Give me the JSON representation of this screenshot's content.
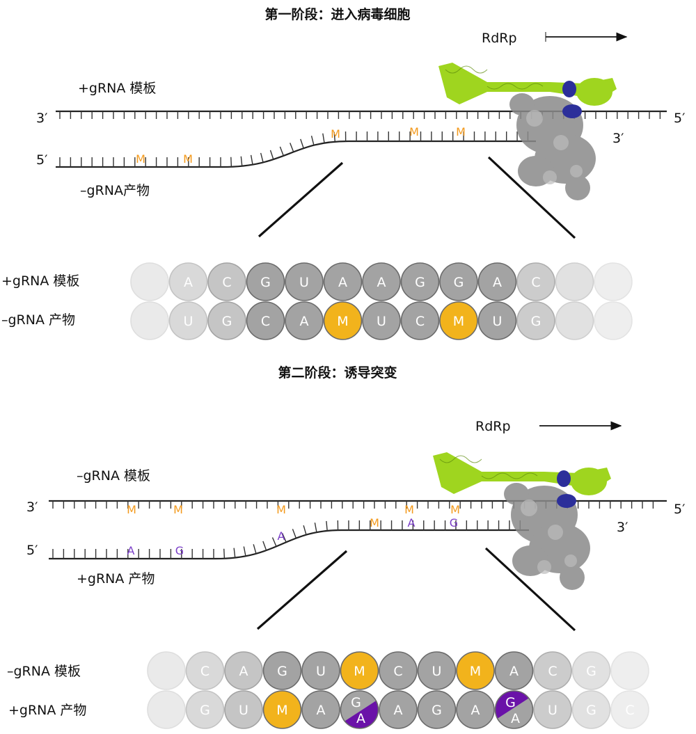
{
  "colors": {
    "orange": "#f39a1d",
    "purple": "#7b3fc8",
    "bead_orange": "#f2b31c",
    "bead_purple": "#6a12a8",
    "bead_gray": "#a3a3a3",
    "protein_green": "#9fd51f",
    "protein_gray": "#8a8a8a",
    "protein_blue": "#2c2f9a"
  },
  "icons": [
    "arrow-right-icon",
    "rdrp-protein-icon"
  ],
  "stage1": {
    "title": "第一阶段：进入病毒细胞",
    "rdrp": "RdRp",
    "template_label": "+gRNA 模板",
    "product_label": "–gRNA产物",
    "end_3": "3′",
    "end_5": "5′",
    "end_5_left": "5′",
    "end_3_right": "3′",
    "template_marks": [],
    "product_marks": [
      {
        "letter": "M",
        "color": "orange"
      },
      {
        "letter": "M",
        "color": "orange"
      },
      {
        "letter": "M",
        "color": "orange"
      },
      {
        "letter": "M",
        "color": "orange"
      },
      {
        "letter": "M",
        "color": "orange"
      }
    ],
    "zoom_template_label": "+gRNA 模板",
    "zoom_product_label": "–gRNA 产物",
    "zoom_template": [
      "",
      "A",
      "C",
      "G",
      "U",
      "A",
      "A",
      "G",
      "G",
      "A",
      "C",
      "",
      ""
    ],
    "zoom_product": [
      "",
      "U",
      "G",
      "C",
      "A",
      "M",
      "U",
      "C",
      "M",
      "U",
      "G",
      "",
      ""
    ],
    "zoom_template_colors": [
      "g",
      "g",
      "g",
      "g",
      "g",
      "g",
      "g",
      "g",
      "g",
      "g",
      "g",
      "g",
      "g"
    ],
    "zoom_product_colors": [
      "g",
      "g",
      "g",
      "g",
      "g",
      "o",
      "g",
      "g",
      "o",
      "g",
      "g",
      "g",
      "g"
    ]
  },
  "stage2": {
    "title": "第二阶段：诱导突变",
    "rdrp": "RdRp",
    "template_label": "–gRNA 模板",
    "product_label": "+gRNA 产物",
    "end_3": "3′",
    "end_5": "5′",
    "end_5_left": "5′",
    "end_3_right": "3′",
    "template_marks": [
      {
        "letter": "M",
        "color": "orange"
      },
      {
        "letter": "M",
        "color": "orange"
      },
      {
        "letter": "M",
        "color": "orange"
      },
      {
        "letter": "M",
        "color": "orange"
      },
      {
        "letter": "M",
        "color": "orange"
      }
    ],
    "product_marks": [
      {
        "letter": "A",
        "color": "purple"
      },
      {
        "letter": "G",
        "color": "purple"
      },
      {
        "letter": "A",
        "color": "purple"
      },
      {
        "letter": "M",
        "color": "orange"
      },
      {
        "letter": "A",
        "color": "purple"
      },
      {
        "letter": "G",
        "color": "purple"
      }
    ],
    "zoom_template_label": "–gRNA 模板",
    "zoom_product_label": "+gRNA 产物",
    "zoom_template": [
      "",
      "C",
      "A",
      "G",
      "U",
      "M",
      "C",
      "U",
      "M",
      "A",
      "C",
      "G",
      ""
    ],
    "zoom_product": [
      "",
      "G",
      "U",
      "M",
      "A",
      "G/A",
      "A",
      "G",
      "A",
      "G/A",
      "U",
      "G",
      "C"
    ],
    "zoom_template_colors": [
      "g",
      "g",
      "g",
      "g",
      "g",
      "o",
      "g",
      "g",
      "o",
      "g",
      "g",
      "g",
      "g"
    ],
    "zoom_product_colors": [
      "g",
      "g",
      "g",
      "o",
      "g",
      "split-gp",
      "g",
      "g",
      "g",
      "split-pg",
      "g",
      "g",
      "g"
    ]
  }
}
